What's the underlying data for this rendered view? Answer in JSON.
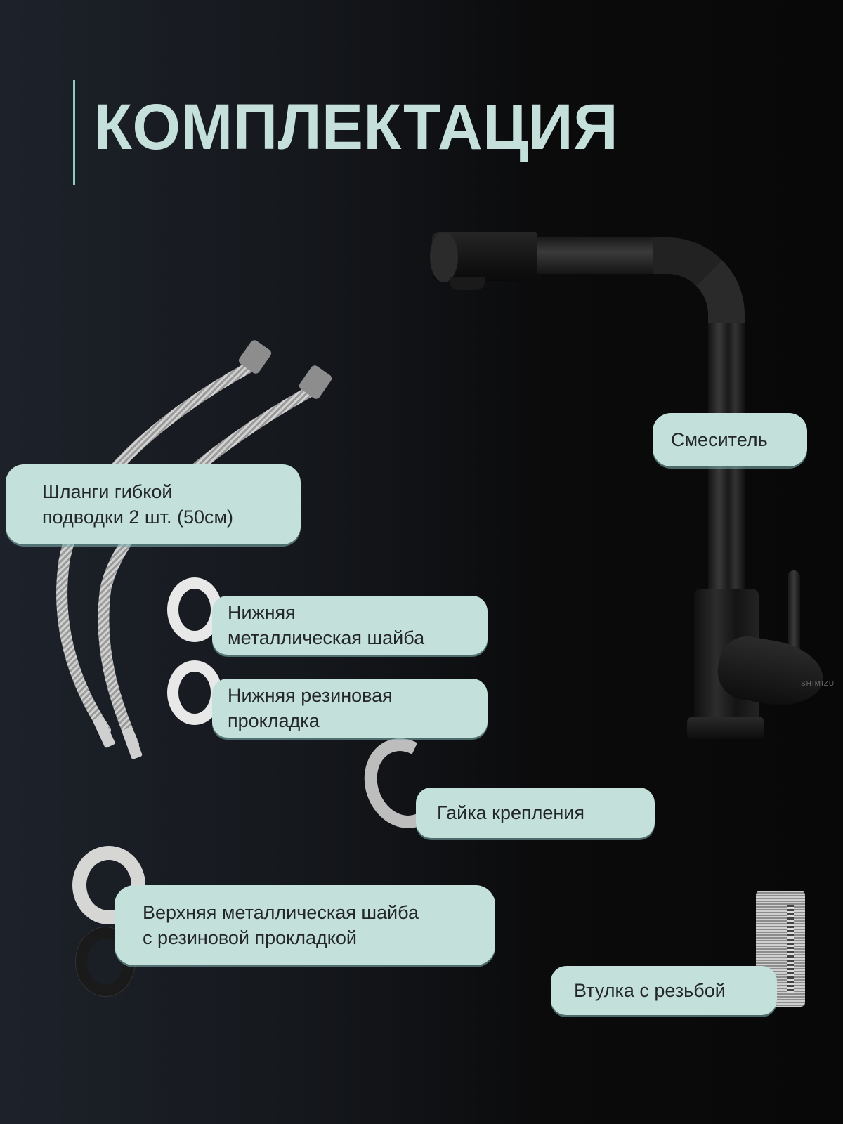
{
  "page": {
    "title": "КОМПЛЕКТАЦИЯ",
    "accent_color": "#8ccbc4",
    "title_color": "#c5e0db",
    "label_bg_color": "#c4e0db",
    "label_text_color": "#23272b",
    "background_colors": [
      "#1d222a",
      "#080808"
    ]
  },
  "items": [
    {
      "id": "mixer",
      "lines": [
        "Смеситель"
      ],
      "icon": "faucet-icon"
    },
    {
      "id": "hoses",
      "lines": [
        "Шланги гибкой",
        "подводки 2 шт. (50см)"
      ],
      "icon": "flexible-hose-icon"
    },
    {
      "id": "lower-metal-washer",
      "lines": [
        "Нижняя",
        "металлическая шайба"
      ],
      "icon": "washer-icon"
    },
    {
      "id": "lower-rubber-gasket",
      "lines": [
        "Нижняя резиновая",
        "прокладка"
      ],
      "icon": "gasket-icon"
    },
    {
      "id": "mounting-nut",
      "lines": [
        "Гайка крепления"
      ],
      "icon": "horseshoe-nut-icon"
    },
    {
      "id": "upper-washer",
      "lines": [
        "Верхняя металлическая шайба",
        "с резиновой прокладкой"
      ],
      "icon": "washer-with-gasket-icon"
    },
    {
      "id": "threaded-sleeve",
      "lines": [
        "Втулка с резьбой"
      ],
      "icon": "threaded-sleeve-icon"
    }
  ],
  "faucet": {
    "brand_mark": "SHIMIZU"
  }
}
